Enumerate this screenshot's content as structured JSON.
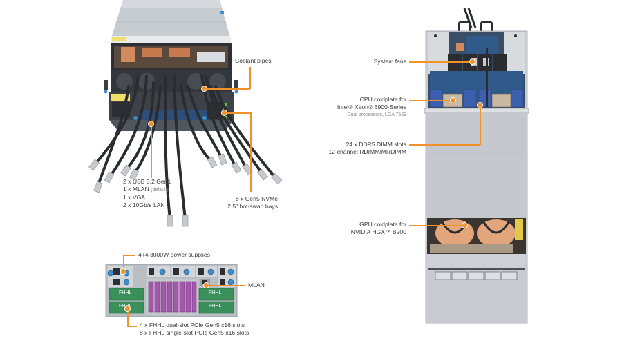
{
  "colors": {
    "callout": "#f0912a",
    "chassis": "#c9cdd1",
    "chassis_dark": "#3d4248",
    "board_blue": "#2f5a8a",
    "dimm_blue": "#3d5fb0",
    "copper": "#d9956b",
    "fhhl_green": "#3a8f5a",
    "gpu_purple": "#9a4aa5",
    "connector_blue": "#3b8fd0",
    "text": "#3c3c3c"
  },
  "front_view": {
    "callouts": {
      "coolant_pipes": "Coolant pipes",
      "io_ports": {
        "lines": [
          "2 x USB 3.2 Gen1",
          "1 x MLAN",
          "1 x VGA",
          "2 x 10Gb/s LAN"
        ],
        "mlan_note": "(default)"
      },
      "nvme": {
        "lines": [
          "8 x Gen5 NVMe",
          "2.5\" hot-swap bays"
        ]
      }
    }
  },
  "rear_view": {
    "fhhl_label": "FHHL",
    "callouts": {
      "power": "4+4 3000W power supplies",
      "mlan": "MLAN",
      "pcie": {
        "lines": [
          "4 x FHHL dual-slot PCIe Gen5 x16 slots",
          "8 x FHHL single-slot PCIe Gen5 x16 slots"
        ]
      }
    }
  },
  "top_view": {
    "callouts": {
      "fans": "System fans",
      "cpu": {
        "lines": [
          "CPU coldplate for",
          "Intel® Xeon® 6900-Series"
        ],
        "note": "Dual processors, LGA 7529"
      },
      "dimm": {
        "lines": [
          "24 x DDR5 DIMM slots",
          "12-channel RDIMM/MRDIMM"
        ]
      },
      "gpu": {
        "lines": [
          "GPU coldplate for",
          "NVIDIA HGX™ B200"
        ]
      }
    }
  }
}
